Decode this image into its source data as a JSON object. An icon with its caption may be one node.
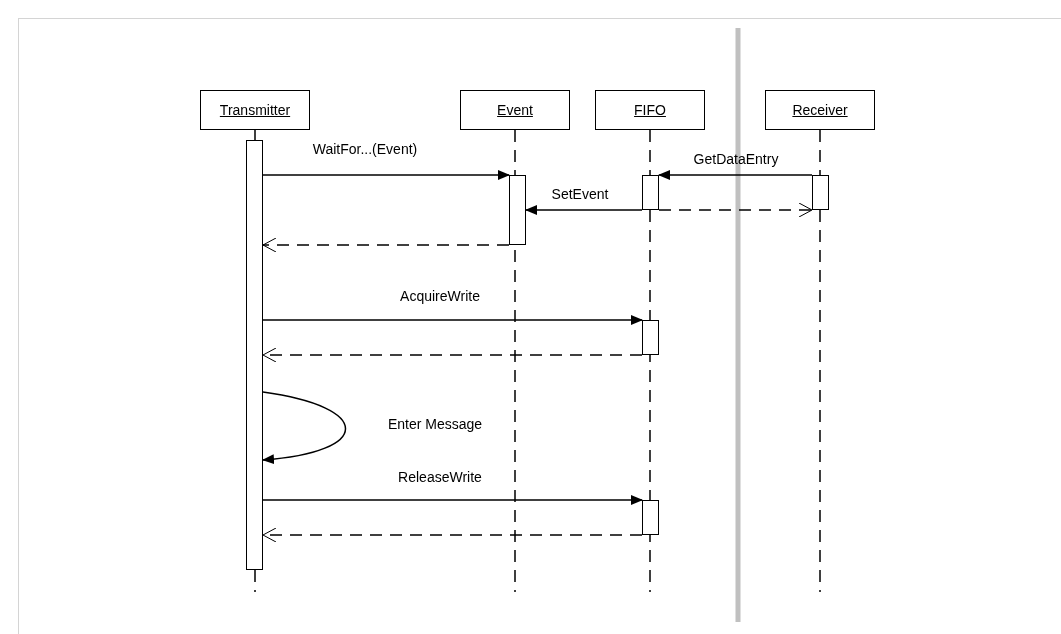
{
  "diagram": {
    "nodes": [
      {
        "text": [
          "Transmitter"
        ]
      },
      {
        "text": [
          "Event"
        ]
      },
      {
        "text": [
          "FIFO"
        ]
      },
      {
        "text": [
          "Receiver"
        ]
      },
      {
        "text": [],
        "shape": "bar"
      },
      {
        "text": [],
        "shape": "bar"
      },
      {
        "text": [],
        "shape": "bar"
      },
      {
        "text": [],
        "shape": "bar"
      },
      {
        "text": [],
        "shape": "bar"
      },
      {
        "text": [],
        "shape": "bar"
      }
    ],
    "edges": [
      {
        "from": 4,
        "to": 5,
        "arrow": "to",
        "label": "WaitFor...(Event)"
      },
      {
        "from": 7,
        "to": 6,
        "arrow": "to",
        "label": "GetDataEntry"
      },
      {
        "from": 6,
        "to": 5,
        "arrow": "to",
        "label": "SetEvent"
      },
      {
        "from": 6,
        "to": 7,
        "arrow": "to",
        "style": "dashed"
      },
      {
        "from": 5,
        "to": 4,
        "arrow": "to",
        "style": "dashed"
      },
      {
        "from": 4,
        "to": 8,
        "arrow": "to",
        "label": "AcquireWrite"
      },
      {
        "from": 8,
        "to": 4,
        "arrow": "to",
        "style": "dashed"
      },
      {
        "from": 4,
        "to": 4,
        "arrow": "to",
        "label": "Enter Message"
      },
      {
        "from": 4,
        "to": 9,
        "arrow": "to",
        "label": "ReleaseWrite"
      },
      {
        "from": 9,
        "to": 4,
        "arrow": "to",
        "style": "dashed"
      }
    ]
  }
}
